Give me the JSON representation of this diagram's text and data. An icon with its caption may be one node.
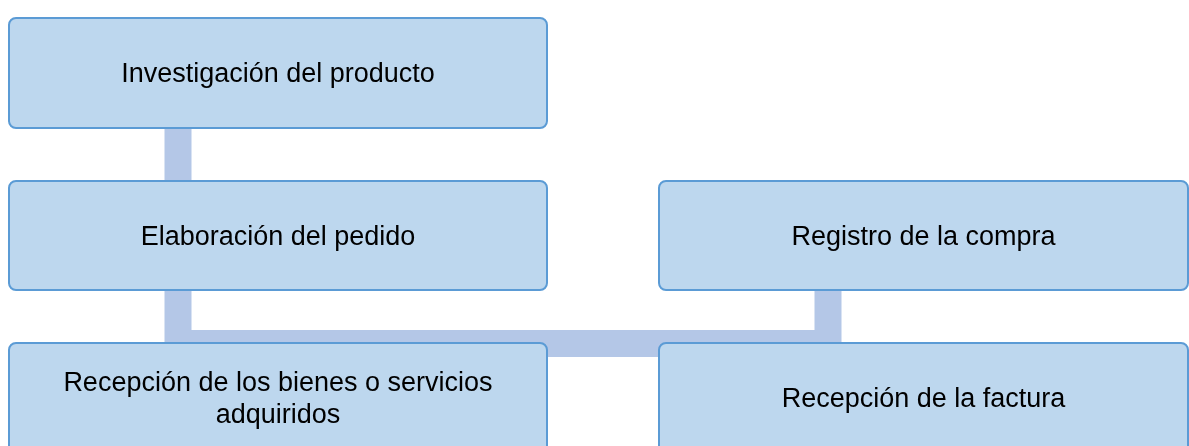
{
  "diagram": {
    "nodes": [
      {
        "text": [
          "Investigación del producto"
        ]
      },
      {
        "text": [
          "Elaboración del pedido"
        ]
      },
      {
        "text": [
          "Registro de la compra"
        ]
      },
      {
        "text": [
          "Recepción de los bienes o servicios adquiridos"
        ]
      },
      {
        "text": [
          "Recepción de la factura"
        ]
      }
    ],
    "edges": [
      {
        "from": 0,
        "to": 1,
        "arrow": "none"
      },
      {
        "from": 1,
        "to": 3,
        "arrow": "none"
      },
      {
        "from": 3,
        "to": 4,
        "arrow": "none"
      },
      {
        "from": 4,
        "to": 2,
        "arrow": "none"
      }
    ]
  }
}
